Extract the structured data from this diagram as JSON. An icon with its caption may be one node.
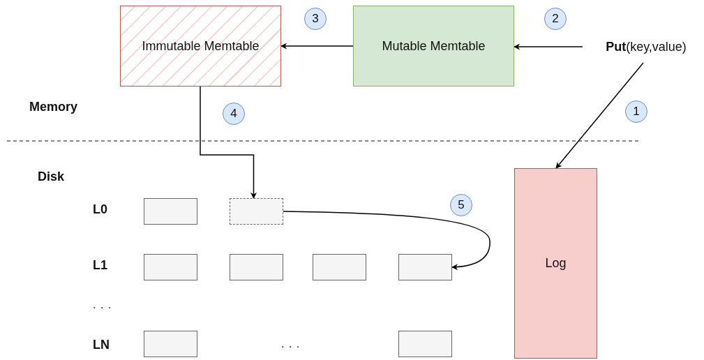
{
  "diagram": {
    "nodes": [
      {
        "text": [
          "Immutable Memtable"
        ]
      },
      {
        "text": [
          "Mutable Memtable"
        ]
      },
      {
        "text": [
          "**Put**(key,value)"
        ]
      },
      {
        "text": [
          "Log"
        ]
      },
      {
        "text": [],
        "shape": "box"
      },
      {
        "text": [],
        "shape": "box"
      },
      {
        "text": [],
        "shape": "box"
      },
      {
        "text": [],
        "shape": "box"
      },
      {
        "text": [],
        "shape": "box"
      },
      {
        "text": [],
        "shape": "box"
      },
      {
        "text": [],
        "shape": "box"
      },
      {
        "text": [],
        "shape": "box"
      }
    ],
    "edges": [
      {
        "from": 2,
        "to": 1,
        "arrow": "to"
      },
      {
        "from": 1,
        "to": 0,
        "arrow": "to"
      },
      {
        "from": 2,
        "to": 3,
        "arrow": "to"
      },
      {
        "from": 0,
        "to": 5,
        "arrow": "to"
      },
      {
        "from": 5,
        "to": 9,
        "arrow": "to"
      }
    ],
    "labels": [
      "3",
      "2",
      "Memory",
      "4",
      "1",
      "Disk",
      "L0",
      "5",
      "L1",
      ". . .",
      "LN",
      ". . ."
    ]
  }
}
